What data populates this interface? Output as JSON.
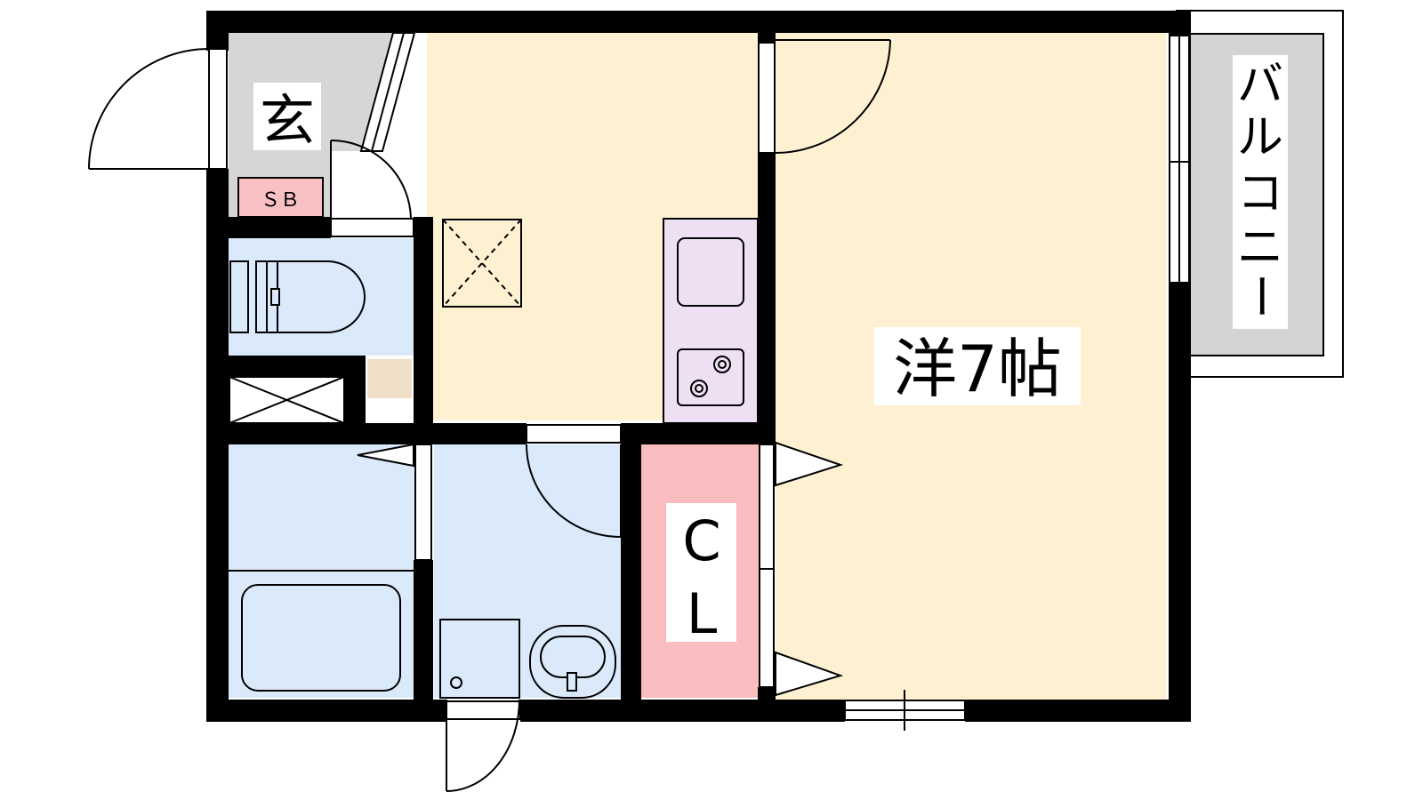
{
  "labels": {
    "entrance": "玄",
    "shoe_box": "ＳＢ",
    "western_room": "洋7帖",
    "closet_c": "C",
    "closet_l": "L",
    "balcony": [
      "バ",
      "ル",
      "コ",
      "ニ",
      "ー"
    ]
  },
  "colors": {
    "wall": "#000000",
    "western_room": "#fdf1d2",
    "kitchen": "#fdf1d2",
    "wet_area": "#dbeafb",
    "closet": "#f9bcbf",
    "shoe_box": "#f9c0c4",
    "entrance_floor": "#d6d6d6",
    "balcony": "#d3d3d3",
    "counter": "#eedff3",
    "storage": "#efdfc7"
  }
}
